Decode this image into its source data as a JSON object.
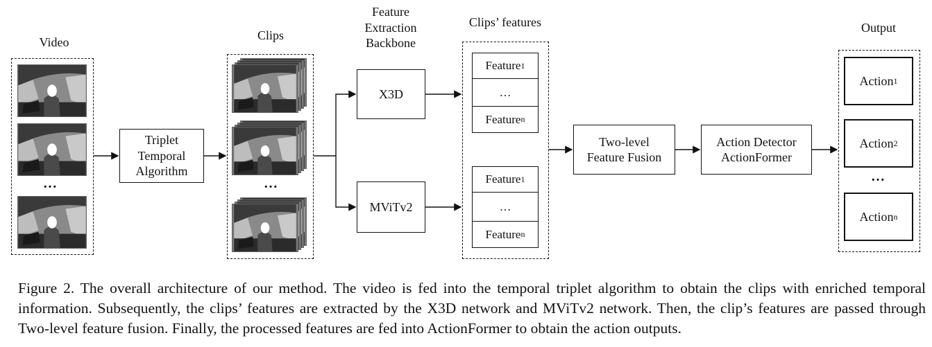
{
  "labels": {
    "video": "Video",
    "clips": "Clips",
    "backbone": "Feature\nExtraction\nBackbone",
    "clips_features": "Clips’ features",
    "output": "Output"
  },
  "blocks": {
    "triplet": "Triplet\nTemporal\nAlgorithm",
    "x3d": "X3D",
    "mvit": "MViTv2",
    "fusion": "Two-level\nFeature Fusion",
    "detector": "Action Detector\nActionFormer"
  },
  "features": {
    "feature_base": "Feature",
    "sub_1": "1",
    "sub_n": "n",
    "ellipsis": "…"
  },
  "actions": {
    "action_base": "Action",
    "sub_1": "1",
    "sub_2": "2",
    "sub_n": "n"
  },
  "dots": "…",
  "caption": "Figure 2. The overall architecture of our method. The video is fed into the temporal triplet algorithm to obtain the clips with enriched temporal information. Subsequently, the clips’ features are extracted by the X3D network and MViTv2 network. Then, the clip’s features are passed through Two-level feature fusion. Finally, the processed features are fed into ActionFormer to obtain the action outputs."
}
